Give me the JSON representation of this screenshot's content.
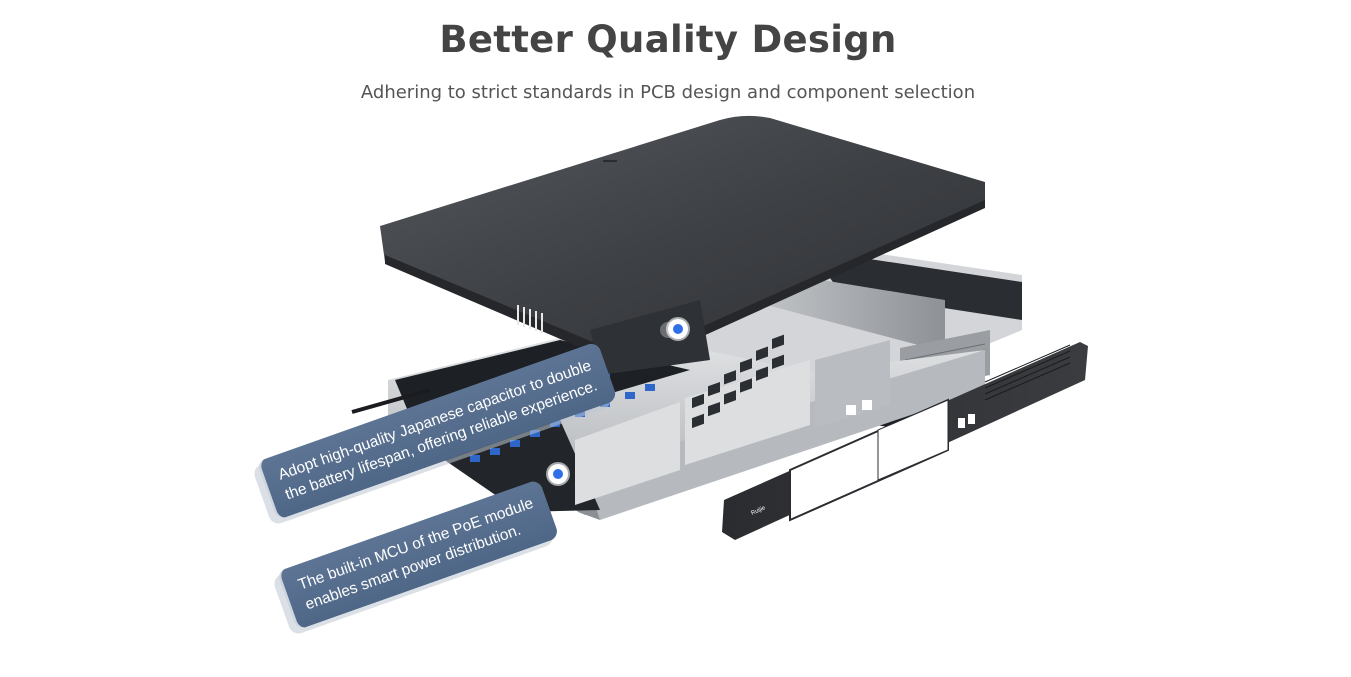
{
  "header": {
    "title": "Better Quality Design",
    "subtitle": "Adhering to strict standards in PCB design and component selection"
  },
  "callouts": [
    {
      "line1": "Adopt high-quality Japanese capacitor to double",
      "line2": "the battery lifespan, offering reliable experience."
    },
    {
      "line1": "The built-in MCU of the PoE module",
      "line2": "enables smart power distribution."
    }
  ],
  "product": {
    "brand_logo": "Ruijie",
    "colors": {
      "chassis_dark": "#3c3e42",
      "chassis_silver": "#c9cbce",
      "pcb": "#1e2125",
      "capacitor_blue": "#2e67c9",
      "callout_bg": "#5b7292",
      "hotspot_blue": "#2f6fe8"
    }
  }
}
